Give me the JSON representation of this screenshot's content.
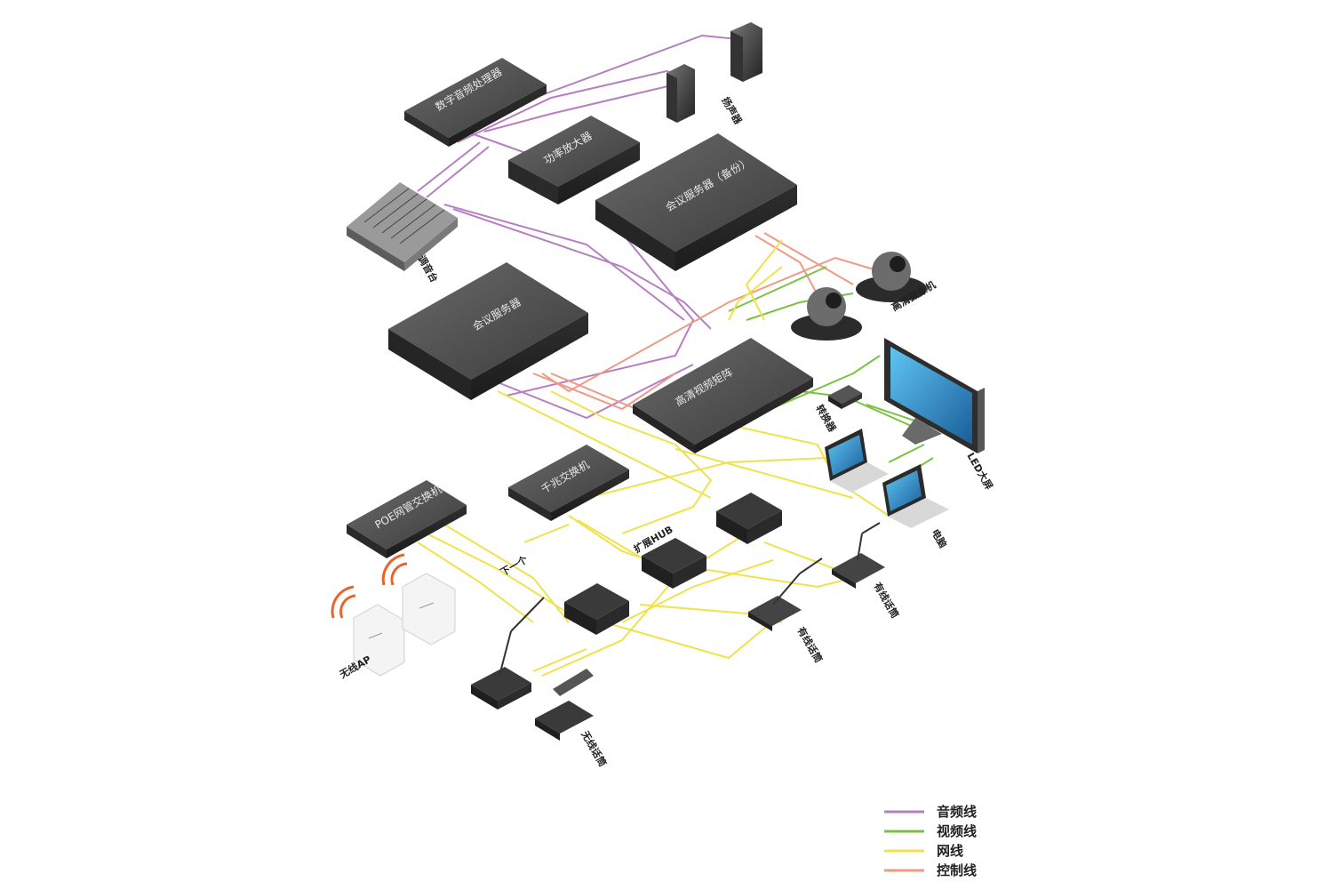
{
  "colors": {
    "audio": "#b57fc2",
    "video": "#7cc242",
    "network": "#f0e24a",
    "control": "#ee9a86",
    "device_dark": "#3a3a3a",
    "device_mid": "#555555",
    "wifi": "#e8642a"
  },
  "devices": {
    "digital_crossover": "数字音频处理器",
    "power_amp": "功率放大器",
    "speakers": "扬声器",
    "mixer": "调音台",
    "conference_server_backup": "会议服务器（备份）",
    "conference_server": "会议服务器",
    "hd_cameras": "高清摄像机",
    "video_matrix": "高清视频矩阵",
    "led_screen": "LED大屏",
    "video_converter": "转换器",
    "poe_switch": "POE网管交换机",
    "gigabit_switch": "千兆交换机",
    "next_one": "下一个",
    "hub": "扩展HUB",
    "computer": "电脑",
    "wired_mic_1": "有线话筒",
    "wired_mic_2": "有线话筒",
    "wireless_ap": "无线AP",
    "wireless_mic": "无线话筒"
  },
  "legend": [
    {
      "key": "audio",
      "label": "音频线"
    },
    {
      "key": "video",
      "label": "视频线"
    },
    {
      "key": "network",
      "label": "网线"
    },
    {
      "key": "control",
      "label": "控制线"
    }
  ]
}
